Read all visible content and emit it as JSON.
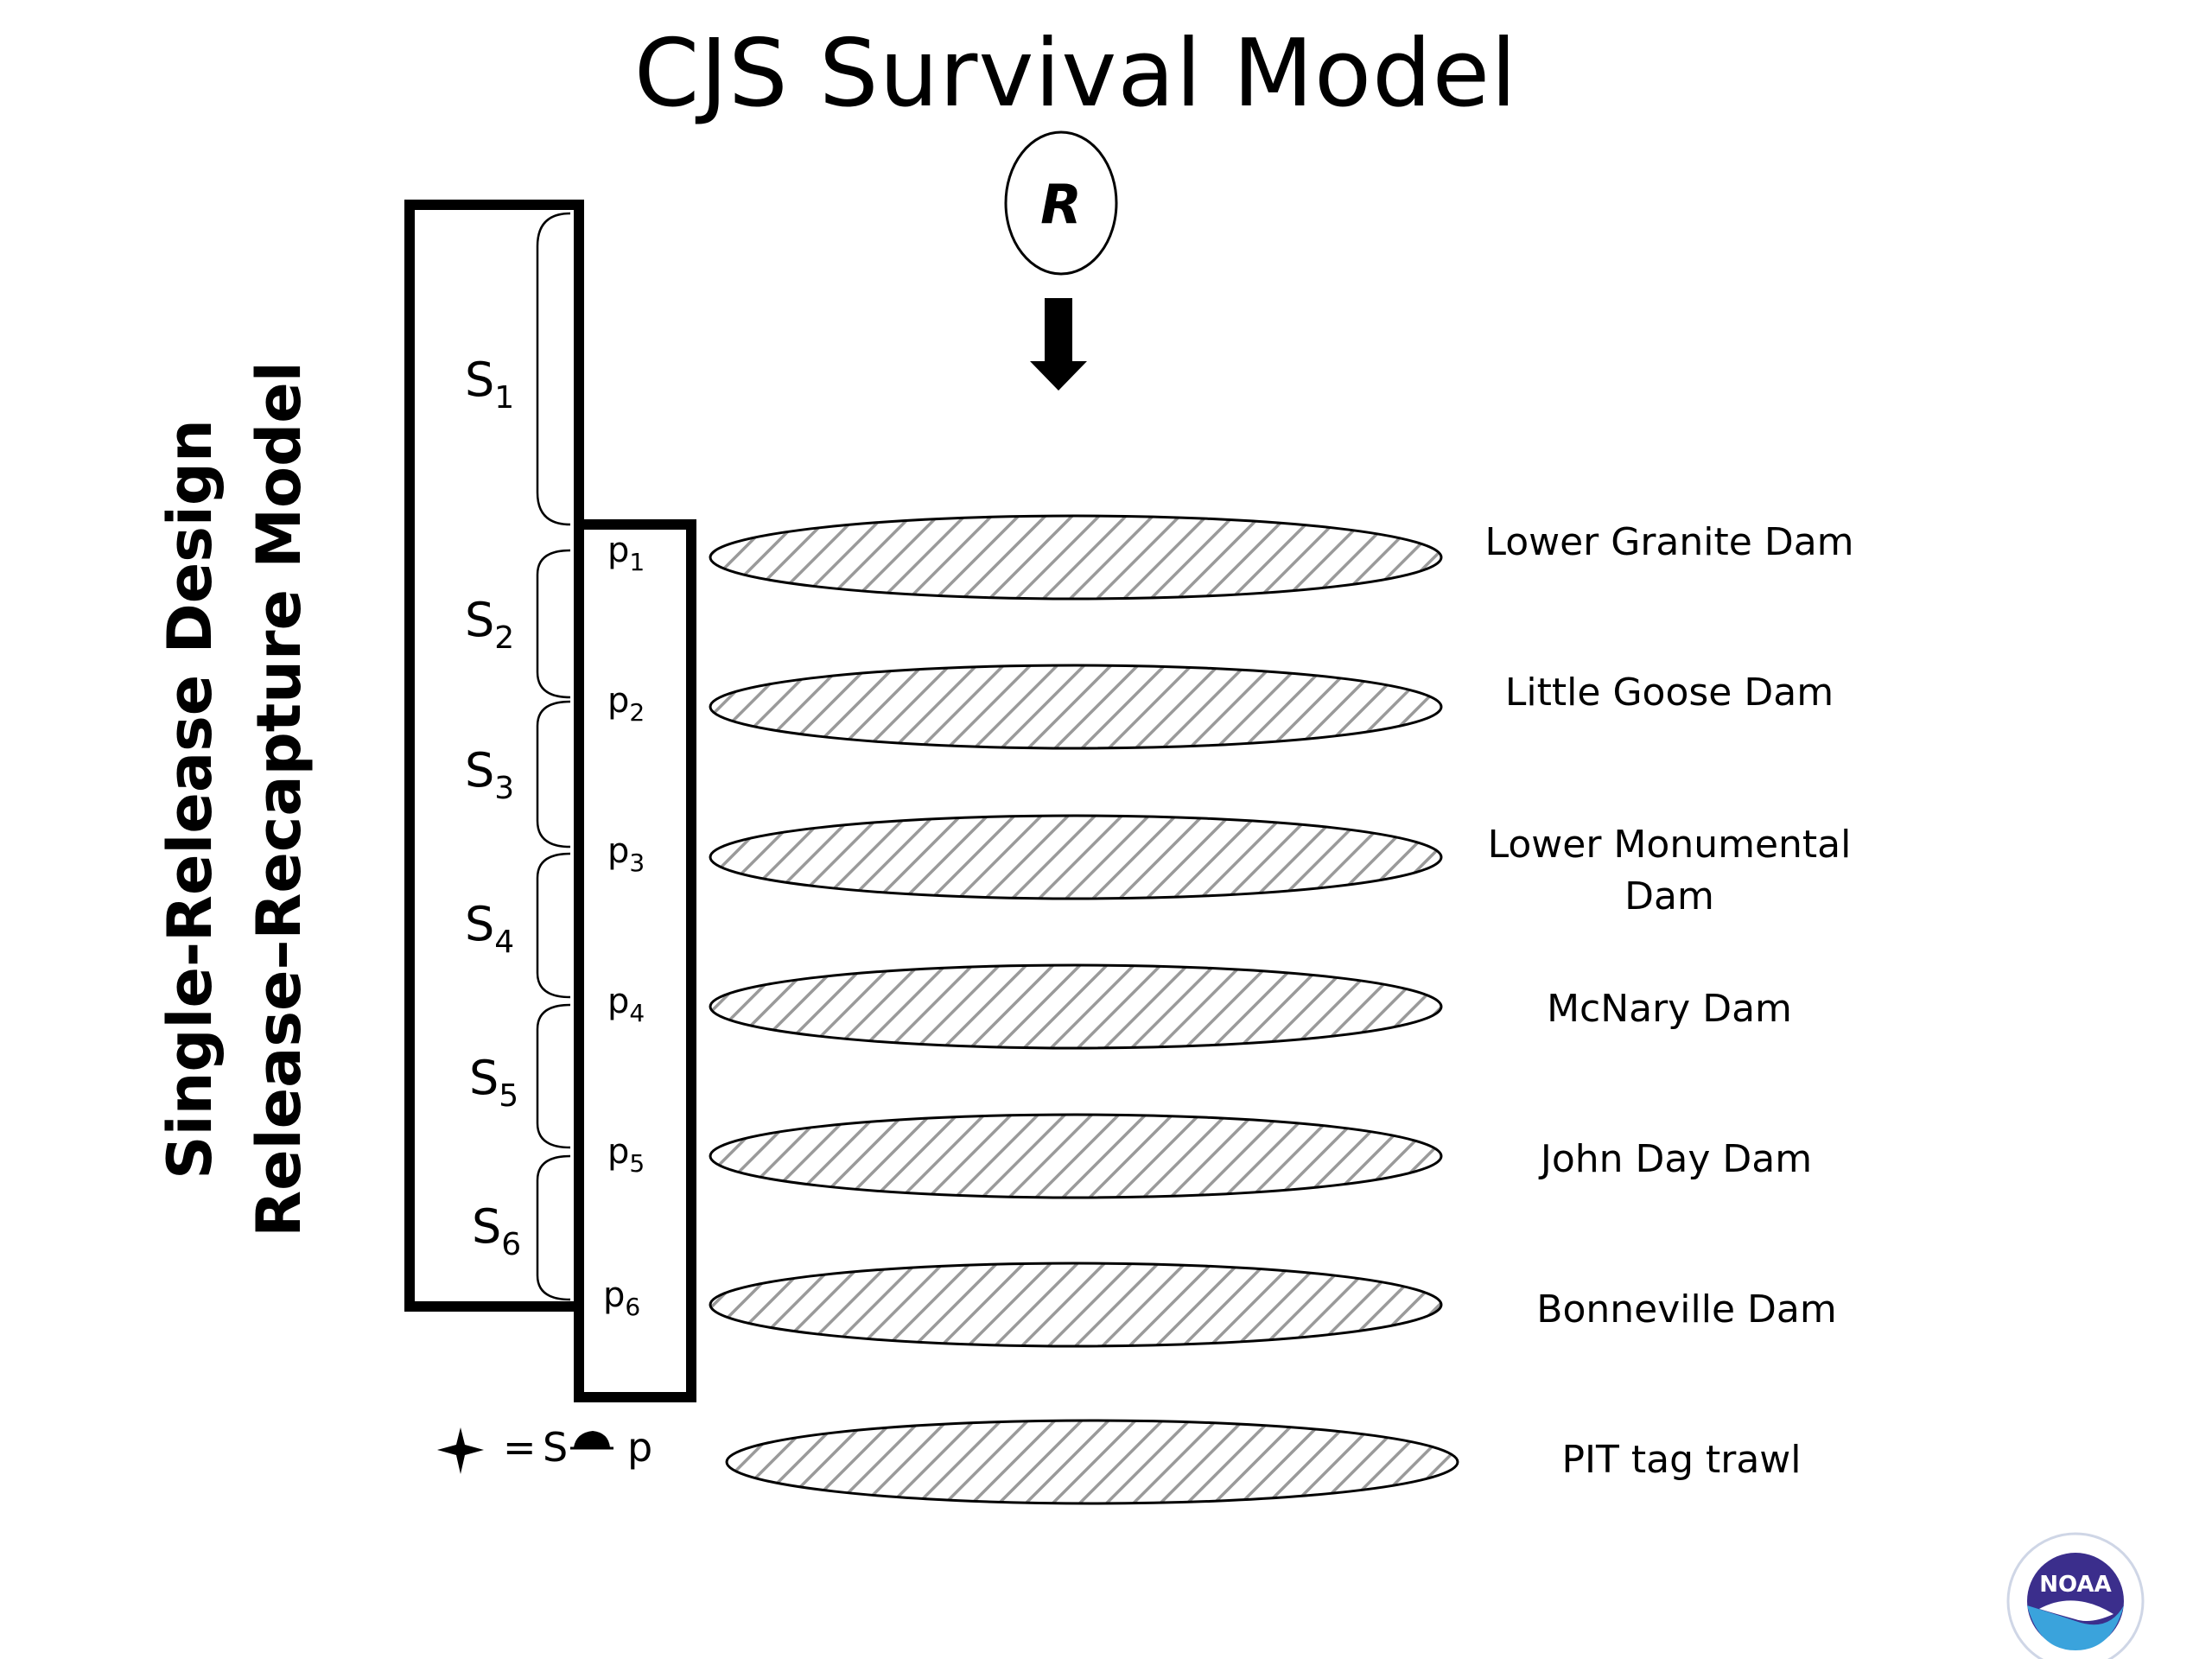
{
  "title": "CJS Survival Model",
  "release_symbol": "R",
  "side_labels": {
    "line1": "Single-Release Design",
    "line2": "Release–Recapture Model"
  },
  "survival_params": [
    {
      "base": "S",
      "sub": "1"
    },
    {
      "base": "S",
      "sub": "2"
    },
    {
      "base": "S",
      "sub": "3"
    },
    {
      "base": "S",
      "sub": "4"
    },
    {
      "base": "S",
      "sub": "5"
    },
    {
      "base": "S",
      "sub": "6"
    }
  ],
  "detection_params": [
    {
      "base": "p",
      "sub": "1"
    },
    {
      "base": "p",
      "sub": "2"
    },
    {
      "base": "p",
      "sub": "3"
    },
    {
      "base": "p",
      "sub": "4"
    },
    {
      "base": "p",
      "sub": "5"
    },
    {
      "base": "p",
      "sub": "6"
    }
  ],
  "sites": [
    {
      "label": "Lower Granite Dam"
    },
    {
      "label": "Little Goose Dam"
    },
    {
      "label": "Lower Monumental Dam"
    },
    {
      "label": "McNary Dam"
    },
    {
      "label": "John Day Dam"
    },
    {
      "label": "Bonneville Dam"
    },
    {
      "label": "PIT tag trawl"
    }
  ],
  "legend": {
    "equals": "=",
    "s": "S",
    "p": "p"
  },
  "logo_text": "NOAA",
  "colors": {
    "hatch": "#9a9a9a",
    "ellipse_fill": "#ffffff",
    "logo_blue": "#1f3f9a",
    "logo_light_blue": "#3aa3dc",
    "logo_purple": "#3b2e8c"
  }
}
